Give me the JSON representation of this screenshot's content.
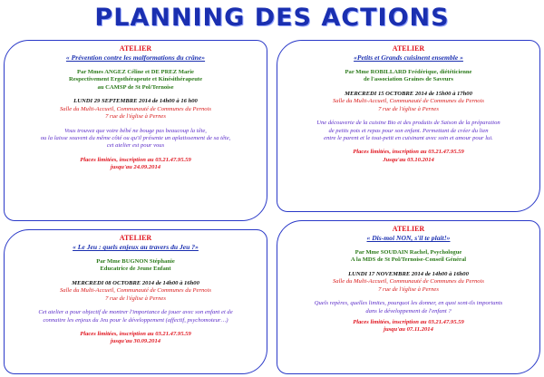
{
  "title": "PLANNING DES ACTIONS",
  "cards": [
    {
      "atelier": "ATELIER",
      "subject": "« Prévention contre les malformations du crâne»",
      "speaker": [
        "Par Mmes ANGEZ Céline et DE PREZ Marie",
        "Respectivement Ergothérapeute et Kinésithérapeute",
        "au CAMSP de St Pol/Ternoise"
      ],
      "date": "LUNDI 29 SEPTEMBRE 2014 de 14h00 à 16 h00",
      "place": [
        "Salle du Multi-Accueil, Communauté de Communes du Pernois",
        "7 rue de l'église à Pernes"
      ],
      "desc": [
        "Vous trouvez que votre bébé ne bouge pas beaucoup la tête,",
        "ou la laisse souvent du même côté ou qu'il présente un aplatissement de sa tête,",
        "cet atelier est pour vous"
      ],
      "places": [
        "Places limitées, inscription au 03.21.47.95.59",
        "jusqu'au 24.09.2014"
      ]
    },
    {
      "atelier": "ATELIER",
      "subject": "«Petits et Grands cuisinent ensemble »",
      "speaker": [
        "Par Mme ROBILLARD Frédérique, diététicienne",
        "de l'association Graines de Saveurs"
      ],
      "date": "MERCREDI 15 OCTOBRE 2014 de 15h00 à 17h00",
      "place": [
        "Salle du Multi-Accueil, Communauté de Communes du Pernois",
        "7 rue de l'église à Pernes"
      ],
      "desc": [
        "Une découverte de la cuisine Bio et des produits de Saison de la préparation",
        "de petits pots et repas pour son enfant. Permettant de créer du lien",
        "entre le parent et le tout-petit en cuisinant avec soin et amour pour lui."
      ],
      "places": [
        "Places limitées, inscription au 03.21.47.95.59",
        "Jusqu'au 03.10.2014"
      ]
    },
    {
      "atelier": "ATELIER",
      "subject": "« Le Jeu : quels enjeux au travers du Jeu ?»",
      "speaker": [
        "Par Mme BUGNON Stéphanie",
        "Educatrice de Jeune Enfant"
      ],
      "date": "MERCREDI 08 OCTOBRE 2014 de 14h00 à 16h00",
      "place": [
        "Salle du Multi-Accueil, Communauté de Communes du Pernois",
        "7 rue de l'église à Pernes"
      ],
      "desc": [
        "Cet atelier a pour objectif de montrer l'importance de jouer avec son enfant et de",
        "connaitre les enjeux du Jeu pour le développement (affectif, psychomoteur…)"
      ],
      "places": [
        "Places limitées, inscription au 03.21.47.95.59",
        "jusqu'au 30.09.2014"
      ]
    },
    {
      "atelier": "ATELIER",
      "subject": "« Dis-moi NON, s'il te plait!»",
      "speaker": [
        "Par Mme SOUDAIN Rachel, Psychologue",
        "A la MDS de St Pol/Ternoise-Conseil Général"
      ],
      "date": "LUNDI 17 NOVEMBRE 2014 de 14h00 à 16h00",
      "place": [
        "Salle du Multi-Accueil, Communauté de Communes du Pernois",
        "7 rue de l'église à Pernes"
      ],
      "desc": [
        "Quels repères, quelles limites, pourquoi les donner, en quoi sont-ils importants",
        "dans le développement de l'enfant ?"
      ],
      "places": [
        "Places limitées, inscription au 03.21.47.95.59",
        "jusqu'au 07.11.2014"
      ]
    }
  ]
}
